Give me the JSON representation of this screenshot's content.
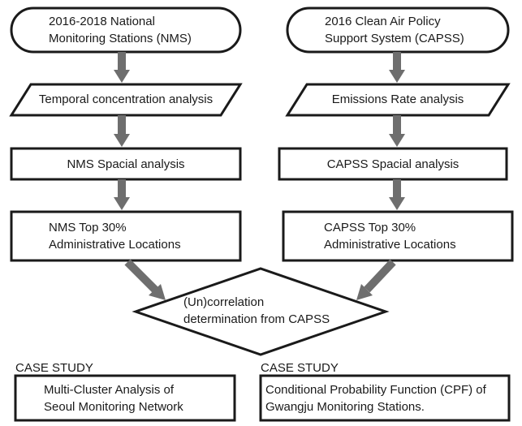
{
  "colors": {
    "stroke": "#1a1a1a",
    "arrow": "#6e6e6e",
    "background": "#ffffff"
  },
  "left_column": {
    "start": {
      "line1": "2016-2018 National",
      "line2": "Monitoring Stations (NMS)"
    },
    "input": "Temporal concentration analysis",
    "process": "NMS Spacial analysis",
    "result": {
      "line1": "NMS Top 30%",
      "line2": "Administrative Locations"
    }
  },
  "right_column": {
    "start": {
      "line1": "2016 Clean Air Policy",
      "line2": "Support System (CAPSS)"
    },
    "input": "Emissions Rate analysis",
    "process": "CAPSS Spacial analysis",
    "result": {
      "line1": "CAPSS Top 30%",
      "line2": "Administrative Locations"
    }
  },
  "decision": {
    "line1": "(Un)correlation",
    "line2": "determination from CAPSS"
  },
  "case_studies": [
    {
      "label": "CASE STUDY",
      "line1": "Multi-Cluster Analysis of",
      "line2": "Seoul Monitoring Network"
    },
    {
      "label": "CASE STUDY",
      "line1": "Conditional Probability Function (CPF) of",
      "line2": "Gwangju Monitoring Stations."
    }
  ]
}
